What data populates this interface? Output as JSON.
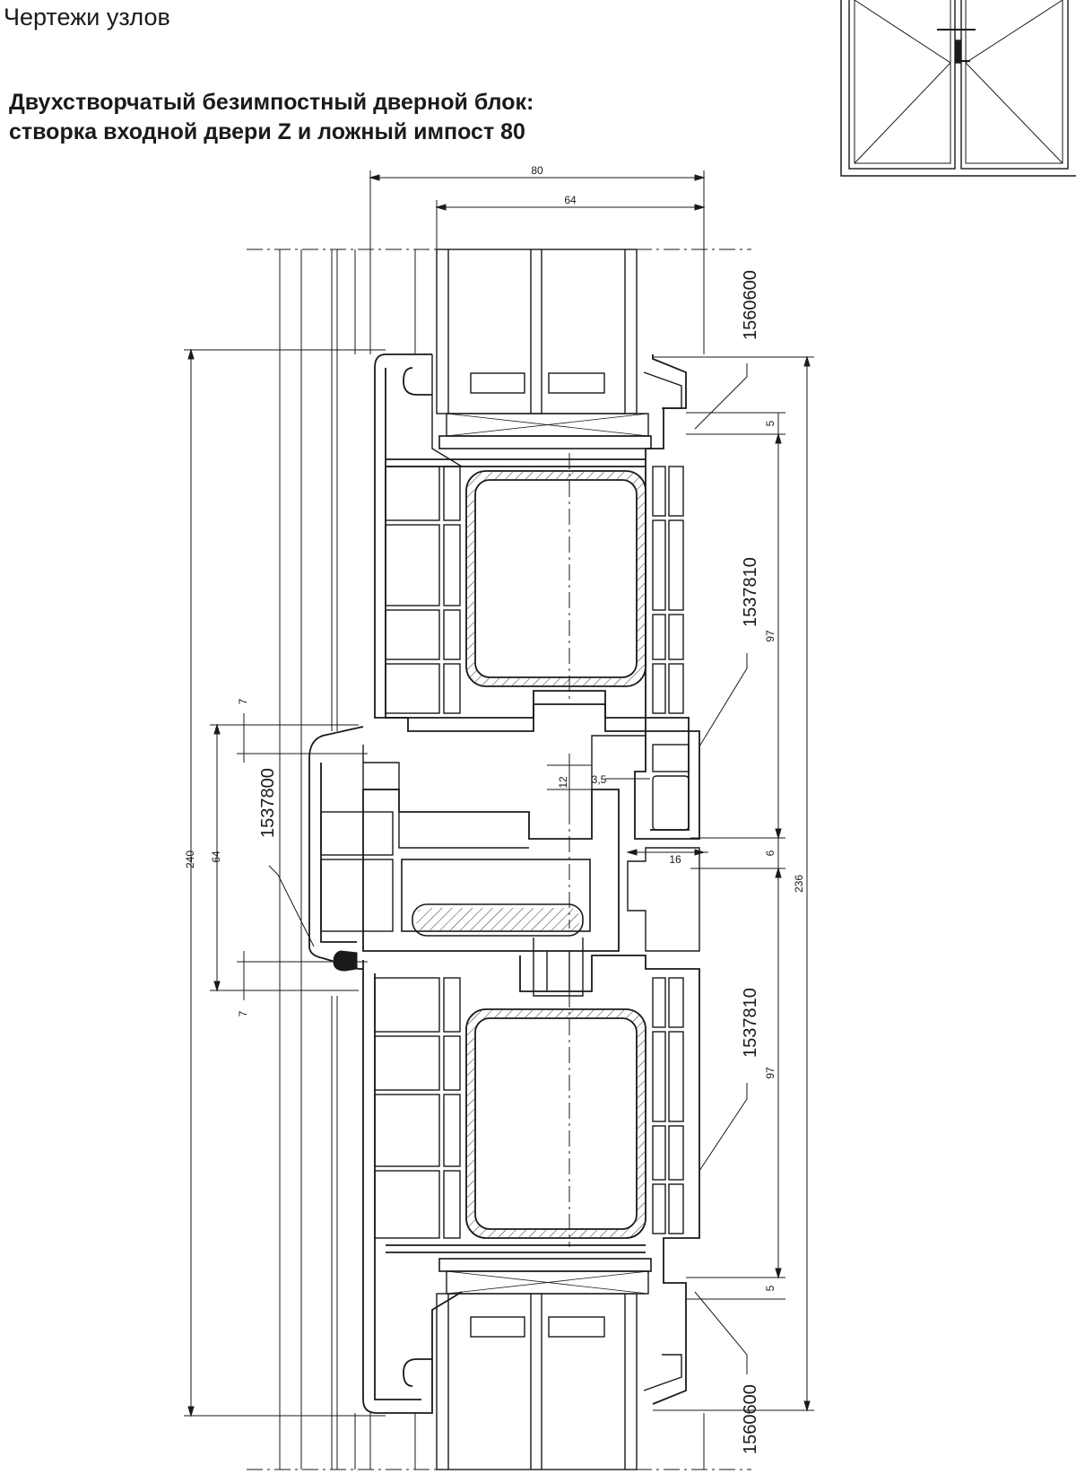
{
  "header": {
    "section_title": "Чертежи узлов",
    "heading_line1": "Двухстворчатый безимпостный дверной блок:",
    "heading_line2": "створка входной двери Z и ложный импост 80"
  },
  "dimensions": {
    "top_80": "80",
    "top_64": "64",
    "right_5_top": "5",
    "right_97_top": "97",
    "right_6": "6",
    "right_236": "236",
    "right_97_bottom": "97",
    "right_5_bottom": "5",
    "left_240": "240",
    "left_64": "64",
    "left_7_top": "7",
    "left_7_bottom": "7",
    "inner_12": "12",
    "inner_3_5": "3,5",
    "inner_16": "16"
  },
  "part_numbers": {
    "glazing_bead_top": "1560600",
    "sash_top": "1537810",
    "false_mullion": "1537800",
    "sash_bottom": "1537810",
    "glazing_bead_bottom": "1560600"
  }
}
